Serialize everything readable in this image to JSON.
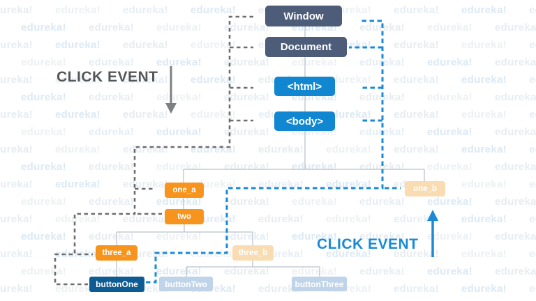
{
  "watermark": {
    "text": "edureka!"
  },
  "events": {
    "capture_label": "CLICK EVENT",
    "bubble_label": "CLICK EVENT"
  },
  "nodes": {
    "window": {
      "label": "Window"
    },
    "document": {
      "label": "Document"
    },
    "html": {
      "label": "<html>"
    },
    "body": {
      "label": "<body>"
    },
    "one_a": {
      "label": "one_a"
    },
    "one_b": {
      "label": "one_b"
    },
    "two": {
      "label": "two"
    },
    "three_a": {
      "label": "three_a"
    },
    "three_b": {
      "label": "three_b"
    },
    "button_one": {
      "label": "buttonOne"
    },
    "button_two": {
      "label": "buttonTwo"
    },
    "button_three": {
      "label": "buttonThree"
    }
  },
  "colors": {
    "slate_node": "#4d5c78",
    "blue_node": "#1287d1",
    "orange_node": "#f7941e",
    "faded_orange_node": "#fadcb3",
    "navy_node": "#0e5a92",
    "faded_blue_node": "#bfd4e8",
    "capture_dash": "#6d6e70",
    "bubble_dash": "#1b8ad6",
    "tree_line": "#b9c2cc",
    "capture_text": "#54565a",
    "bubble_text": "#1b8ad6"
  }
}
